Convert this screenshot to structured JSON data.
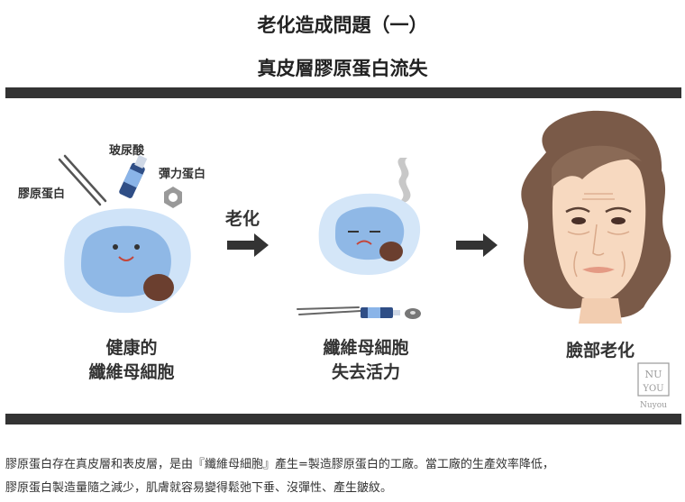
{
  "header": {
    "title": "老化造成問題（一）",
    "subtitle": "真皮層膠原蛋白流失"
  },
  "illustration": {
    "labels": {
      "collagen": "膠原蛋白",
      "hyaluronic_acid": "玻尿酸",
      "elastin": "彈力蛋白",
      "aging_arrow": "老化",
      "healthy_line1": "健康的",
      "healthy_line2": "纖維母細胞",
      "inactive_line1": "纖維母細胞",
      "inactive_line2": "失去活力",
      "face_aging": "臉部老化"
    },
    "watermark": {
      "mark_top": "NU",
      "mark_bottom": "YOU",
      "brand": "Nuyou"
    },
    "colors": {
      "bar": "#333333",
      "cell_outer": "#cfe3f8",
      "cell_inner": "#8fb8e6",
      "nucleus": "#6b3f2f",
      "skin": "#f7d9c0",
      "hair": "#7a5a48"
    }
  },
  "footer": {
    "line1": "膠原蛋白存在真皮層和表皮層，是由『纖維母細胞』產生=製造膠原蛋白的工廠。當工廠的生產效率降低，",
    "line2": "膠原蛋白製造量隨之減少，肌膚就容易變得鬆弛下垂、沒彈性、產生皺紋。"
  }
}
